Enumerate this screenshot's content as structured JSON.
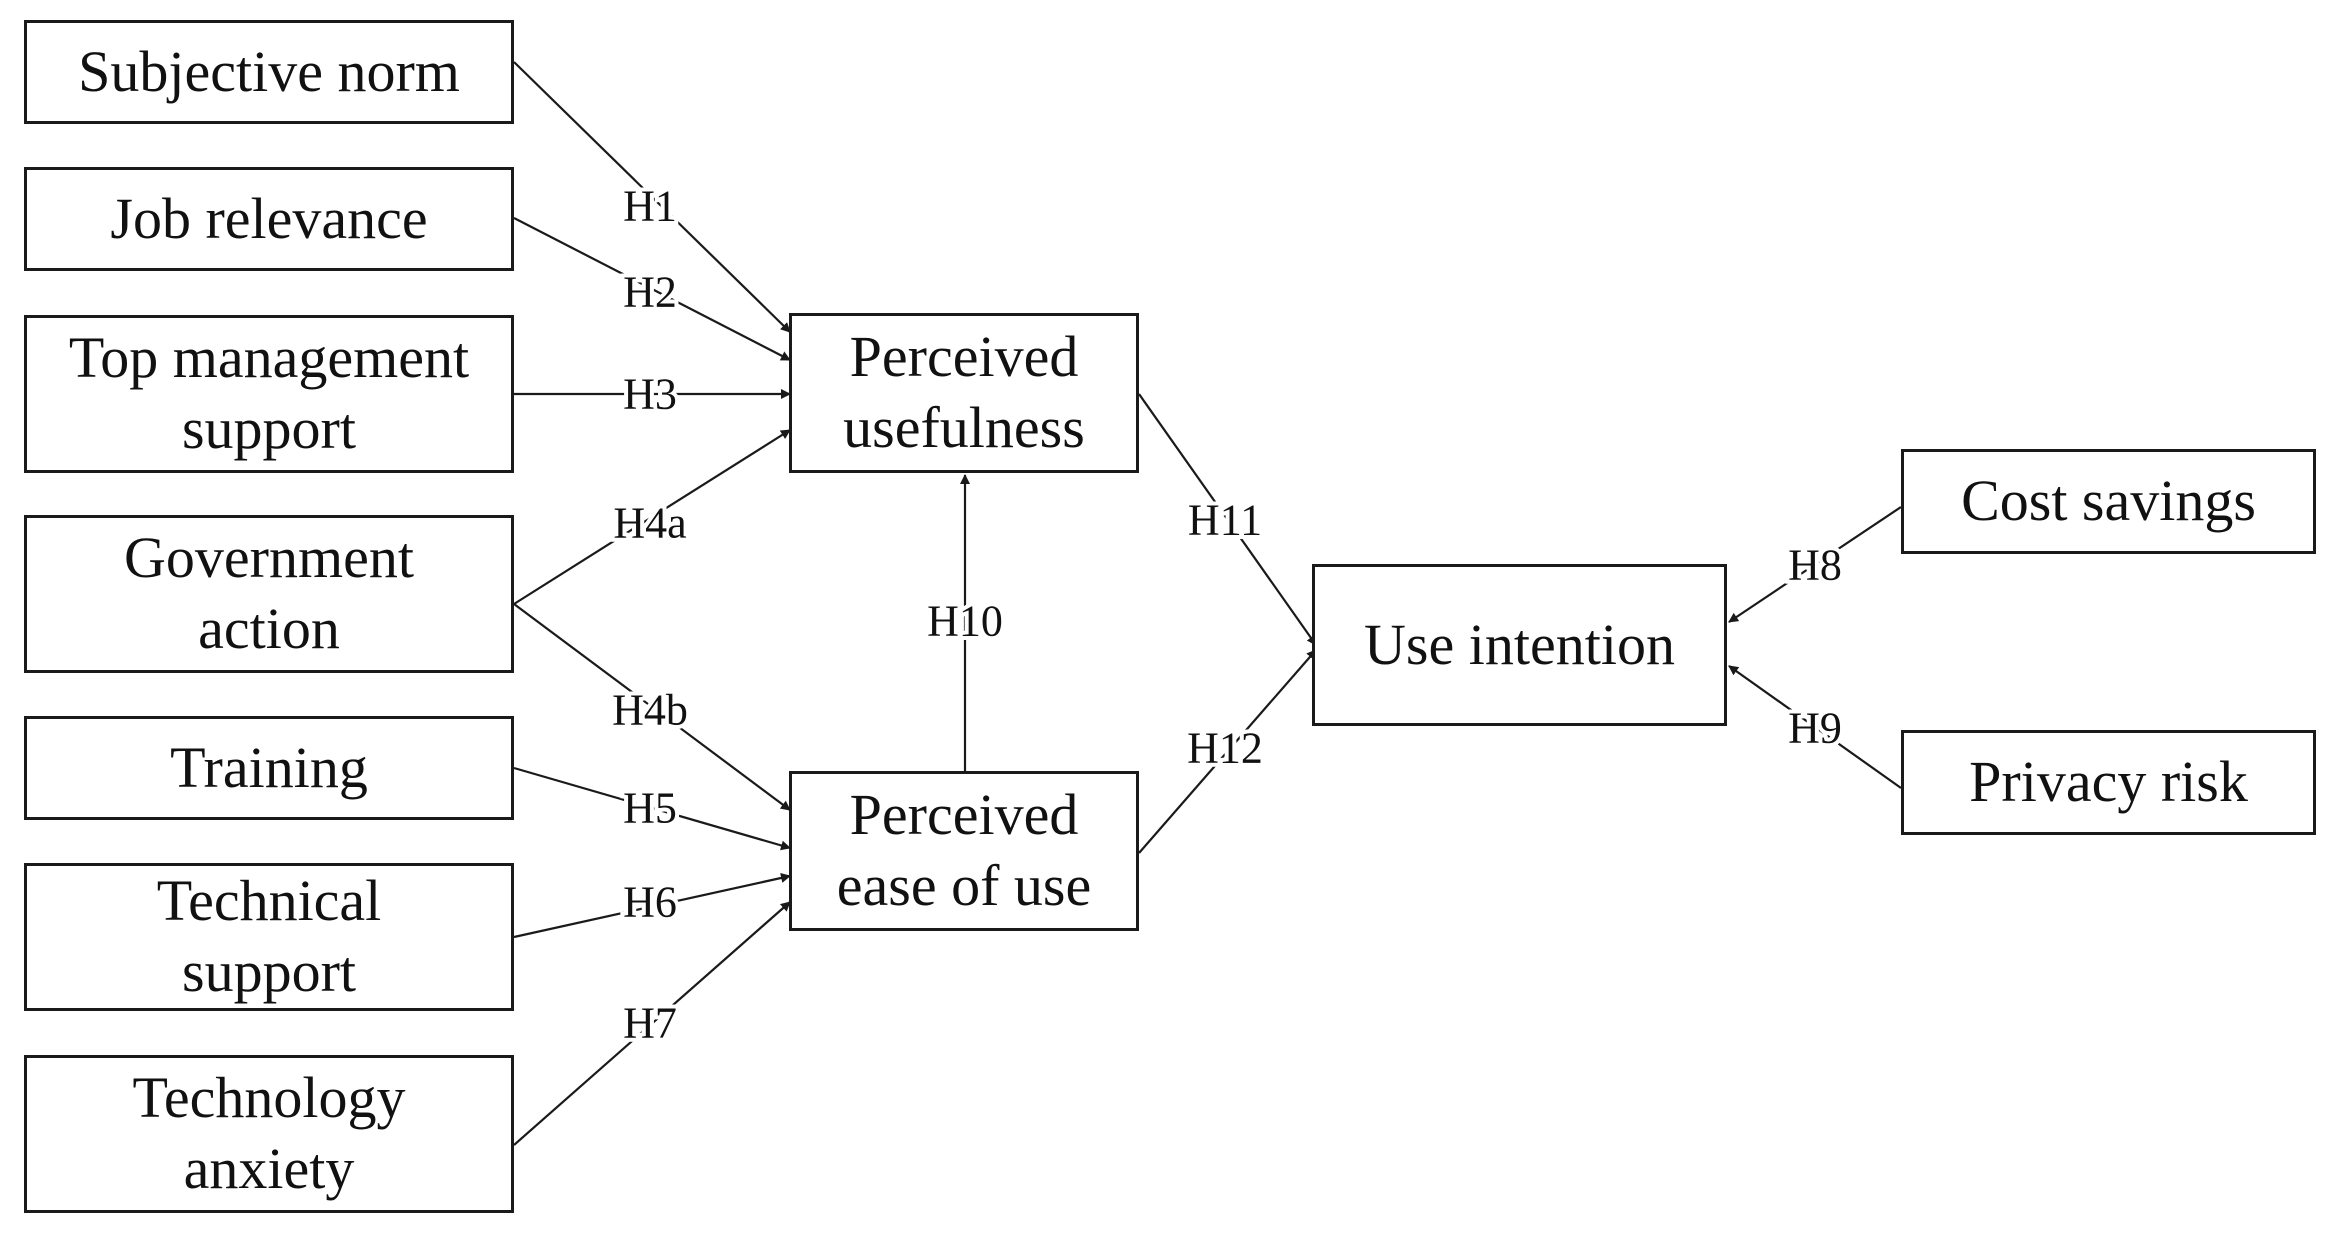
{
  "colors": {
    "stroke": "#1a1a1a",
    "text": "#111111",
    "background": "#ffffff"
  },
  "nodes": {
    "subjective_norm": "Subjective norm",
    "job_relevance": "Job relevance",
    "top_management_support": "Top management\nsupport",
    "government_action": "Government\naction",
    "training": "Training",
    "technical_support": "Technical\nsupport",
    "technology_anxiety": "Technology\nanxiety",
    "perceived_usefulness": "Perceived\nusefulness",
    "perceived_ease_of_use": "Perceived\nease of use",
    "use_intention": "Use intention",
    "cost_savings": "Cost savings",
    "privacy_risk": "Privacy risk"
  },
  "edges": [
    {
      "from": "subjective_norm",
      "to": "perceived_usefulness",
      "label": "H1"
    },
    {
      "from": "job_relevance",
      "to": "perceived_usefulness",
      "label": "H2"
    },
    {
      "from": "top_management_support",
      "to": "perceived_usefulness",
      "label": "H3"
    },
    {
      "from": "government_action",
      "to": "perceived_usefulness",
      "label": "H4a"
    },
    {
      "from": "government_action",
      "to": "perceived_ease_of_use",
      "label": "H4b"
    },
    {
      "from": "training",
      "to": "perceived_ease_of_use",
      "label": "H5"
    },
    {
      "from": "technical_support",
      "to": "perceived_ease_of_use",
      "label": "H6"
    },
    {
      "from": "technology_anxiety",
      "to": "perceived_ease_of_use",
      "label": "H7"
    },
    {
      "from": "cost_savings",
      "to": "use_intention",
      "label": "H8"
    },
    {
      "from": "privacy_risk",
      "to": "use_intention",
      "label": "H9"
    },
    {
      "from": "perceived_ease_of_use",
      "to": "perceived_usefulness",
      "label": "H10"
    },
    {
      "from": "perceived_usefulness",
      "to": "use_intention",
      "label": "H11"
    },
    {
      "from": "perceived_ease_of_use",
      "to": "use_intention",
      "label": "H12"
    }
  ]
}
